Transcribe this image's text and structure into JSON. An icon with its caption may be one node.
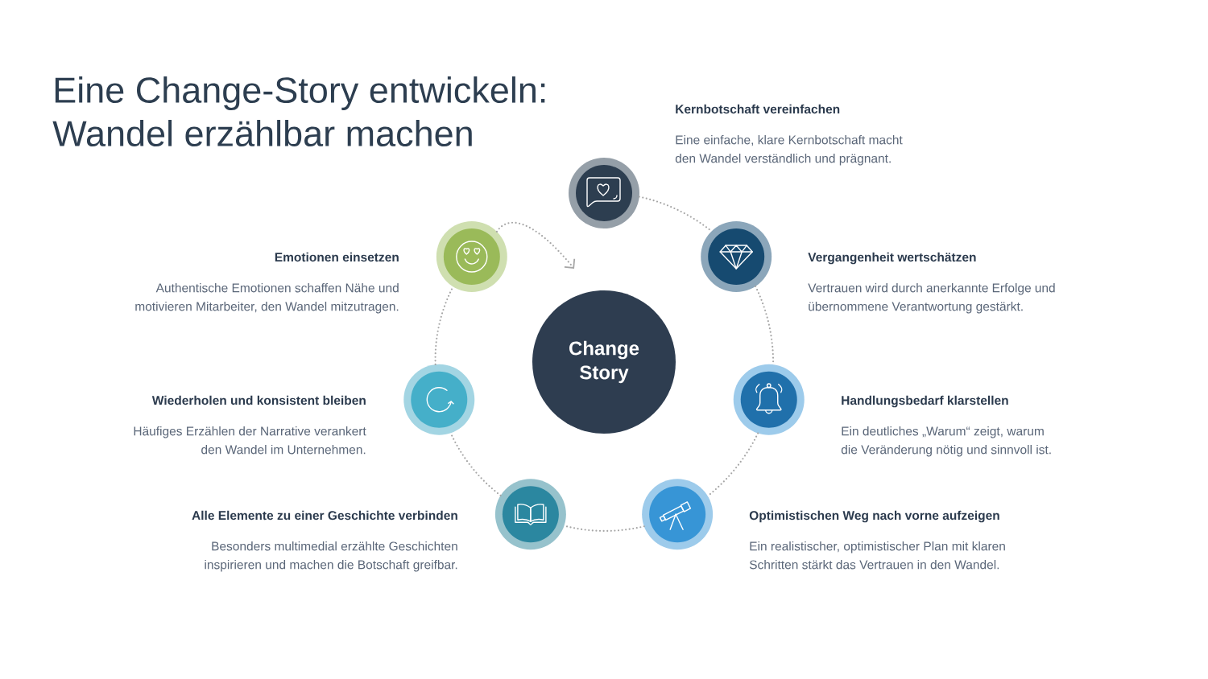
{
  "diagram": {
    "title": "Eine Change-Story entwickeln: Wandel erzählbar machen",
    "nodes": [
      {
        "text": [
          "Change Story"
        ]
      },
      {
        "text": [],
        "shape": "circle",
        "beside": [
          "Kernbotschaft vereinfachen",
          "Eine einfache, klare Kernbotschaft macht den Wandel verständlich und prägnant."
        ]
      },
      {
        "text": [],
        "shape": "circle",
        "beside": [
          "Vergangenheit wertschätzen",
          "Vertrauen wird durch anerkannte Erfolge und übernommene Verantwortung gestärkt."
        ]
      },
      {
        "text": [],
        "shape": "circle",
        "beside": [
          "Handlungsbedarf klarstellen",
          "Ein deutliches „Warum“ zeigt, warum die Veränderung nötig und sinnvoll ist."
        ]
      },
      {
        "text": [],
        "shape": "circle",
        "beside": [
          "Optimistischen Weg nach vorne aufzeigen",
          "Ein realistischer, optimistischer Plan mit klaren Schritten stärkt das Vertrauen in den Wandel."
        ]
      },
      {
        "text": [],
        "shape": "circle",
        "beside": [
          "Alle Elemente zu einer Geschichte verbinden",
          "Besonders multimedial erzählte Geschichten inspirieren und machen die Botschaft greifbar."
        ]
      },
      {
        "text": [],
        "shape": "circle",
        "beside": [
          "Wiederholen und konsistent bleiben",
          "Häufiges Erzählen der Narrative verankert den Wandel im Unternehmen."
        ]
      },
      {
        "text": [],
        "shape": "circle",
        "beside": [
          "Emotionen einsetzen",
          "Authentische Emotionen schaffen Nähe und motivieren Mitarbeiter, den Wandel mitzutragen."
        ]
      }
    ],
    "edges": [
      {
        "from": 1,
        "to": 2,
        "arrow": "none",
        "style": "dashed"
      },
      {
        "from": 2,
        "to": 3,
        "arrow": "none",
        "style": "dashed"
      },
      {
        "from": 3,
        "to": 4,
        "arrow": "none",
        "style": "dashed"
      },
      {
        "from": 4,
        "to": 5,
        "arrow": "none",
        "style": "dashed"
      },
      {
        "from": 5,
        "to": 6,
        "arrow": "none",
        "style": "dashed"
      },
      {
        "from": 6,
        "to": 7,
        "arrow": "none",
        "style": "dashed"
      },
      {
        "from": 7,
        "to": null,
        "arrow": "to",
        "style": "dashed"
      }
    ]
  }
}
